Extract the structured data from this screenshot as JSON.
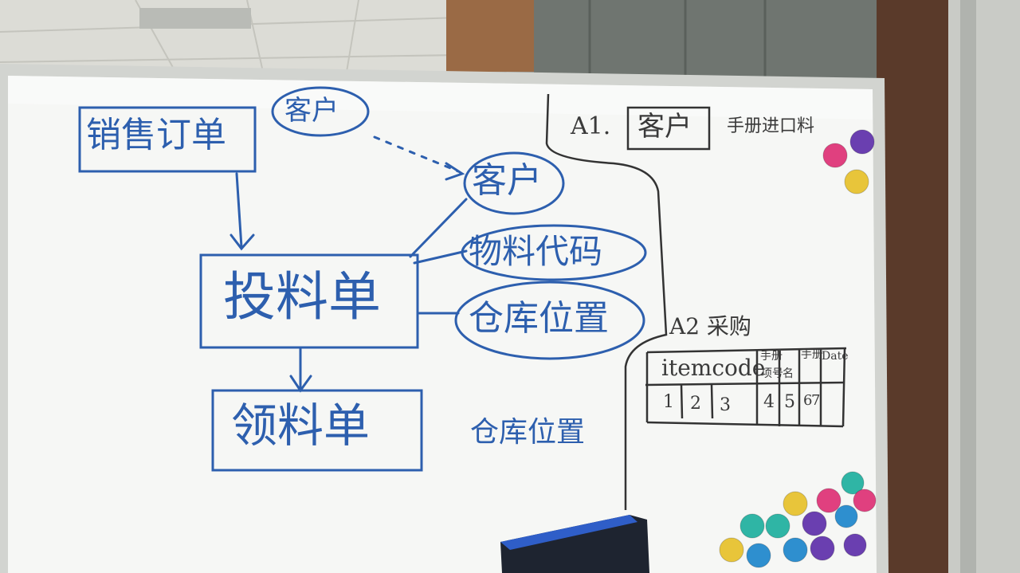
{
  "whiteboard": {
    "flowchart": {
      "sales_order": "销售订单",
      "customer_top": "客户",
      "customer_right": "客户",
      "issue_order": "投料单",
      "material_code": "物料代码",
      "warehouse_location": "仓库位置",
      "picking_order": "领料单",
      "warehouse_location_note": "仓库位置"
    },
    "right_section": {
      "a1_label": "A1.",
      "a1_box": "客户",
      "a1_note": "手册进口料",
      "a2_label": "A2 采购",
      "table": {
        "headers": [
          "itemcode",
          "手册",
          "手册",
          "Date"
        ],
        "subheaders": [
          "项号",
          "名"
        ],
        "row": [
          "1",
          "2",
          "3",
          "4",
          "5",
          "6",
          "7"
        ]
      }
    }
  },
  "colors": {
    "ink_blue": "#2d5fae",
    "ink_black": "#333333",
    "board": "#f7f8f6",
    "frame": "#d2d4d0",
    "magnet_pink": "#e0407f",
    "magnet_purple": "#6a3fb0",
    "magnet_yellow": "#e8c53a",
    "magnet_teal": "#2fb5a5",
    "magnet_blue": "#2e8fcf"
  }
}
